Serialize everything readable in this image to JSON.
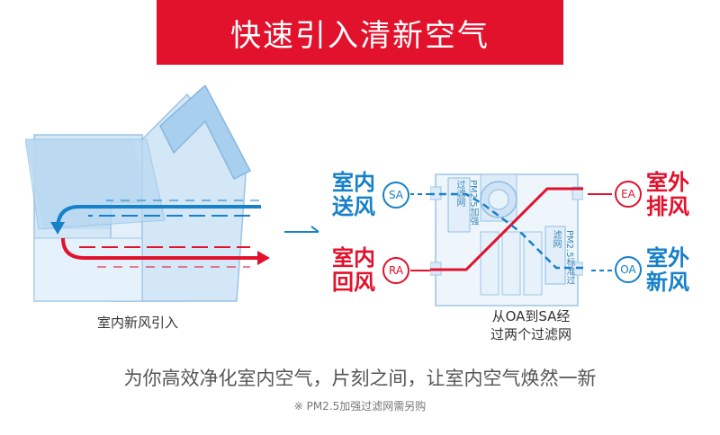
{
  "banner": {
    "title": "快速引入清新空气"
  },
  "house": {
    "caption": "室内新风引入"
  },
  "unit": {
    "caption_line1": "从OA到SA经",
    "caption_line2": "过两个过滤网",
    "filter_plus": "PM2.5加强过滤网",
    "filter_std": "PM2.5标准过滤网"
  },
  "labels": {
    "sa": {
      "line1": "室内",
      "line2": "送风",
      "code": "SA"
    },
    "ra": {
      "line1": "室内",
      "line2": "回风",
      "code": "RA"
    },
    "ea": {
      "line1": "室外",
      "line2": "排风",
      "code": "EA"
    },
    "oa": {
      "line1": "室外",
      "line2": "新风",
      "code": "OA"
    }
  },
  "tagline": "为你高效净化室内空气，片刻之间，让室内空气焕然一新",
  "note": "※ PM2.5加强过滤网需另购",
  "colors": {
    "brand_red": "#e2112c",
    "air_blue": "#1680c8"
  }
}
